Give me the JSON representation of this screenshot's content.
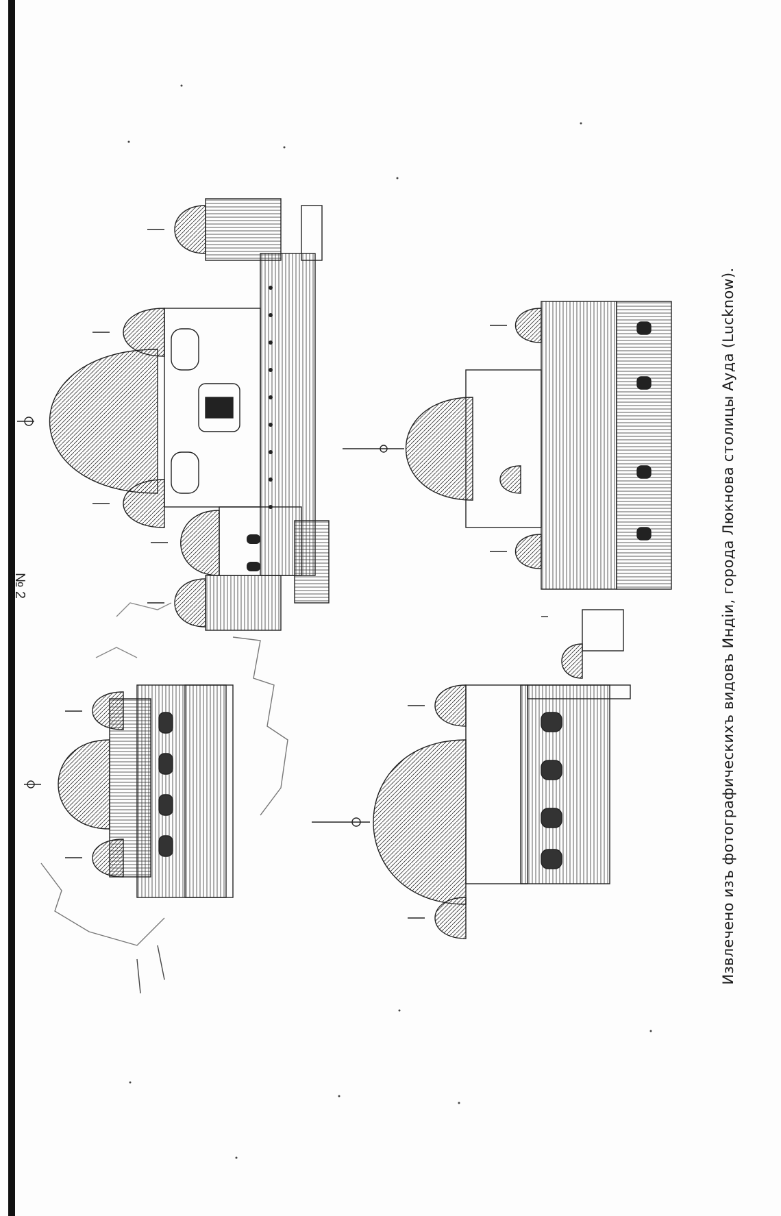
{
  "plate": {
    "number": "№ 2",
    "caption": "Извлечено изъ фотографическихъ видовъ Индіи, города Люкнова столицы Ауда (Lucknow)."
  },
  "figures": [
    {
      "name": "figure-top-left-mosque"
    },
    {
      "name": "figure-top-right-mosque"
    },
    {
      "name": "figure-bottom-left-mosque"
    },
    {
      "name": "figure-bottom-right-mosque"
    }
  ],
  "colors": {
    "ink": "#1a1a1a",
    "paper": "#fdfdfd"
  }
}
